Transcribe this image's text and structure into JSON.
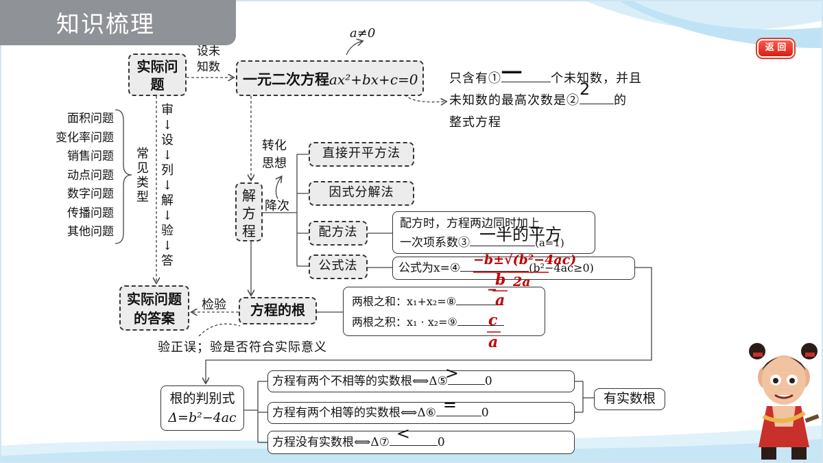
{
  "header": {
    "title": "知识梳理",
    "return_label": "返 回"
  },
  "practical": {
    "problem": "实际问题",
    "set_unknown": "设未知数",
    "answer": "实际问题的答案",
    "check": "检验",
    "check_note": "验正误；验是否符合实际意义",
    "common_types_label": "常见类型",
    "types": [
      "面积问题",
      "变化率问题",
      "销售问题",
      "动点问题",
      "数字问题",
      "传播问题",
      "其他问题"
    ],
    "steps": [
      "审",
      "设",
      "列",
      "解",
      "验",
      "答"
    ]
  },
  "equation": {
    "title": "一元二次方程",
    "formula": "ax²+bx+c=0",
    "condition": "a≠0",
    "def_line1": "只含有①",
    "def_line1_end": "个未知数，并且",
    "def_line2": "未知数的最高次数是②",
    "def_line2_end": "的",
    "def_line3": "整式方程",
    "ans1": "一",
    "ans2": "2"
  },
  "solve": {
    "label": "解方程",
    "idea": "转化思想",
    "reduce": "降次",
    "methods": [
      "直接开平方法",
      "因式分解法",
      "配方法",
      "公式法"
    ],
    "complete_square_line1": "配方时，方程两边同时加上",
    "complete_square_line2": "一次项系数③",
    "complete_square_line2_end": "(a=1)",
    "ans3": "一半的平方",
    "formula_label": "公式为x=④",
    "formula_end": "(b²−4ac≥0)",
    "ans4_num": "−b±√(b²−4ac)",
    "ans4_den": "2a"
  },
  "roots": {
    "label": "方程的根",
    "sum": "两根之和：x₁+x₂=⑧",
    "product": "两根之积：x₁ · x₂=⑨",
    "ans8_num": "b",
    "ans8_den": "a",
    "ans8_sign": "−",
    "ans9_num": "c",
    "ans9_den": "a"
  },
  "discriminant": {
    "label": "根的判别式",
    "formula": "Δ=b²−4ac",
    "cases": [
      {
        "text": "方程有两个不相等的实数根⟺Δ⑤",
        "ans": ">",
        "zero": "0"
      },
      {
        "text": "方程有两个相等的实数根⟺Δ⑥",
        "ans": "=",
        "zero": "0"
      },
      {
        "text": "方程没有实数根⟺Δ⑦",
        "ans": "<",
        "zero": "0"
      }
    ],
    "has_real_roots": "有实数根"
  }
}
